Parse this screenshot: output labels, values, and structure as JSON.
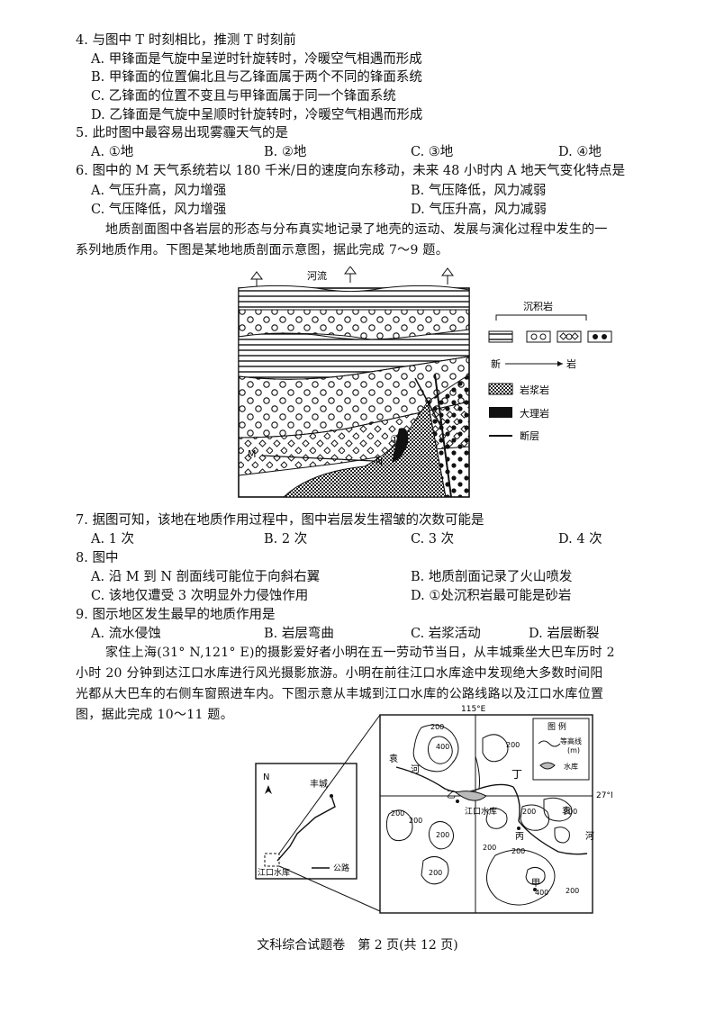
{
  "q4": {
    "stem": "4. 与图中 T 时刻相比，推测 T 时刻前",
    "options": [
      "A. 甲锋面是气旋中呈逆时针旋转时，冷暖空气相遇而形成",
      "B. 甲锋面的位置偏北且与乙锋面属于两个不同的锋面系统",
      "C. 乙锋面的位置不变且与甲锋面属于同一个锋面系统",
      "D. 乙锋面是气旋中呈顺时针旋转时，冷暖空气相遇而形成"
    ]
  },
  "q5": {
    "stem": "5. 此时图中最容易出现雾霾天气的是",
    "options": [
      "A. ①地",
      "B. ②地",
      "C. ③地",
      "D. ④地"
    ]
  },
  "q6": {
    "stem": "6. 图中的 M 天气系统若以 180 千米/日的速度向东移动，未来 48 小时内 A 地天气变化特点是",
    "options": [
      "A. 气压升高，风力增强",
      "B. 气压降低，风力减弱",
      "C. 气压降低，风力增强",
      "D. 气压升高，风力减弱"
    ]
  },
  "intro2": {
    "line1": "地质剖面图中各岩层的形态与分布真实地记录了地壳的运动、发展与演化过程中发生的一",
    "line2": "系列地质作用。下图是某地地质剖面示意图，据此完成 7～9 题。"
  },
  "geo_figure": {
    "river": "河流",
    "label_m": "M",
    "label_n": "N",
    "label_1": "①",
    "legend_sed": "沉积岩",
    "legend_new": "新",
    "legend_old": "岩",
    "legend_magma": "岩浆岩",
    "legend_marble": "大理岩",
    "legend_fault": "断层"
  },
  "q7": {
    "stem": "7. 据图可知，该地在地质作用过程中，图中岩层发生褶皱的次数可能是",
    "options": [
      "A. 1 次",
      "B. 2 次",
      "C. 3 次",
      "D. 4 次"
    ]
  },
  "q8": {
    "stem": "8. 图中",
    "options": [
      "A. 沿 M 到 N 剖面线可能位于向斜右翼",
      "B. 地质剖面记录了火山喷发",
      "C. 该地仅遭受 3 次明显外力侵蚀作用",
      "D. ①处沉积岩最可能是砂岩"
    ]
  },
  "q9": {
    "stem": "9. 图示地区发生最早的地质作用是",
    "options": [
      "A. 流水侵蚀",
      "B. 岩层弯曲",
      "C. 岩浆活动",
      "D. 岩层断裂"
    ]
  },
  "intro3": {
    "line1": "家住上海(31° N,121° E)的摄影爱好者小明在五一劳动节当日，从丰城乘坐大巴车历时 2",
    "line2": "小时 20 分钟到达江口水库进行风光摄影旅游。小明在前往江口水库途中发现绝大多数时间阳",
    "line3": "光都从大巴车的右侧车窗照进车内。下图示意从丰城到江口水库的公路线路以及江口水库位置",
    "line4": "图，据此完成 10～11 题。"
  },
  "map_figure": {
    "north": "N",
    "city": "丰城",
    "reservoir_small": "江口水库",
    "road": "公路",
    "lon": "115°E",
    "lat": "27°N",
    "legend_title": "图 例",
    "legend_contour": "等高线",
    "legend_unit": "(m)",
    "legend_water": "水库",
    "river_name_1": "袁",
    "river_name_2": "河",
    "river_name_3": "袁",
    "river_name_4": "河",
    "reservoir": "江口水库",
    "pt_yi": "乙",
    "pt_bing": "丙",
    "pt_ding": "丁",
    "pt_jia": "甲",
    "c200a": "200",
    "c400": "400",
    "c200b": "200",
    "c200c": "200",
    "c200d": "200",
    "c200e": "200",
    "c200f": "200",
    "c200g": "200",
    "c200h": "200",
    "c200i": "200",
    "c200j": "200",
    "c200k": "200",
    "c400b": "400"
  },
  "footer": {
    "text": "文科综合试题卷　第 2 页(共 12 页)"
  }
}
